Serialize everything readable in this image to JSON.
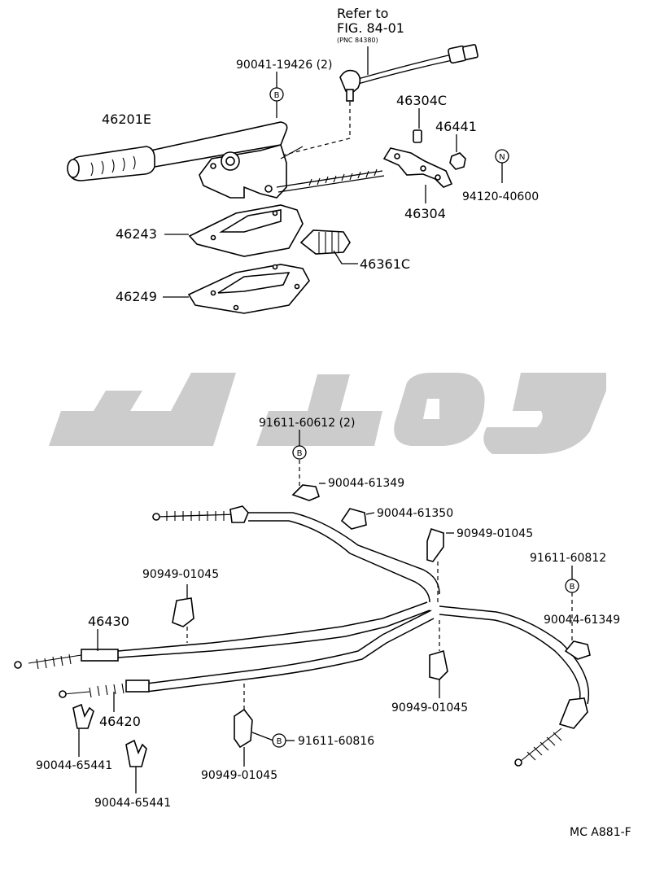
{
  "refer": {
    "line1": "Refer to",
    "line2": "FIG. 84-01",
    "line3": "(PNC 84380)"
  },
  "parts_upper": {
    "p1": "90041-19426 (2)",
    "p2": "46201E",
    "p3": "46304C",
    "p4": "46441",
    "p5": "94120-40600",
    "p6": "46304",
    "p7": "46243",
    "p8": "46361C",
    "p9": "46249"
  },
  "parts_lower": {
    "q1": "91611-60612 (2)",
    "q2": "90044-61349",
    "q3": "90044-61350",
    "q4": "90949-01045",
    "q5": "91611-60812",
    "q6": "90949-01045",
    "q7": "90044-61349",
    "q8": "46430",
    "q9": "90949-01045",
    "q10": "46420",
    "q11": "91611-60816",
    "q12": "90044-65441",
    "q13": "90949-01045",
    "q14": "90044-65441"
  },
  "markers": {
    "b": "B",
    "n": "N"
  },
  "footer": {
    "code": "MC A881-F"
  }
}
